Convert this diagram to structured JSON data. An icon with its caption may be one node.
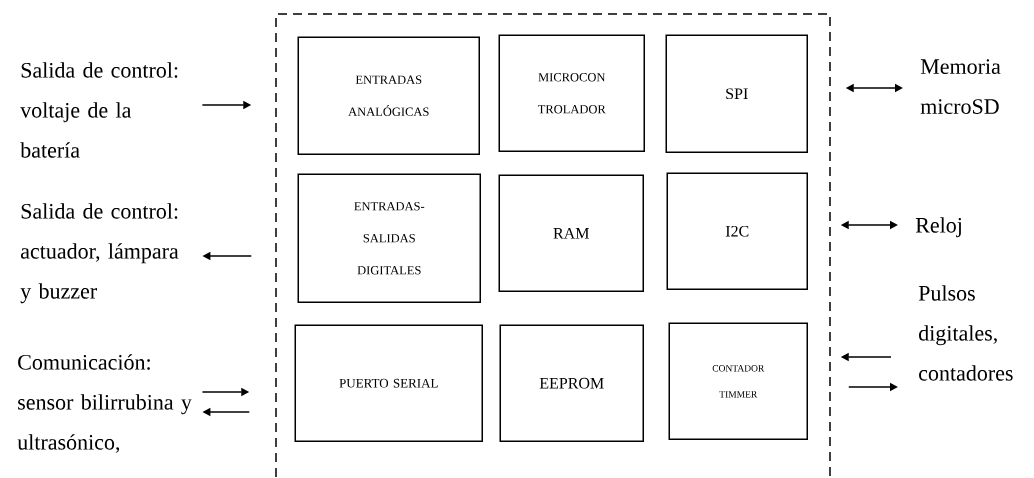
{
  "diagram": {
    "nodes": [
      {
        "text": [],
        "shape": "box"
      },
      {
        "text": [
          "ENTRADAS ANALÓGICAS"
        ],
        "in": 0
      },
      {
        "text": [
          "MICROCON TROLADOR"
        ],
        "in": 0
      },
      {
        "text": [
          "SPI"
        ],
        "in": 0
      },
      {
        "text": [
          "ENTRADAS- SALIDAS DIGITALES"
        ],
        "in": 0
      },
      {
        "text": [
          "RAM"
        ],
        "in": 0
      },
      {
        "text": [
          "I2C"
        ],
        "in": 0
      },
      {
        "text": [
          "PUERTO SERIAL"
        ],
        "in": 0
      },
      {
        "text": [
          "EEPROM"
        ],
        "in": 0
      },
      {
        "text": [
          "CONTADOR TIMMER"
        ],
        "in": 0
      },
      {
        "text": [
          "Salida de control: voltaje de la batería"
        ]
      },
      {
        "text": [
          "Salida de control: actuador, lámpara y buzzer"
        ]
      },
      {
        "text": [
          "Comunicación: sensor bilirrubina y ultrasónico,"
        ]
      },
      {
        "text": [
          "Memoria microSD"
        ]
      },
      {
        "text": [
          "Reloj"
        ]
      },
      {
        "text": [
          "Pulsos digitales, contadores"
        ]
      }
    ],
    "edges": [
      {
        "from": 10,
        "to": 0,
        "arrow": "to"
      },
      {
        "from": 0,
        "to": 11,
        "arrow": "to"
      },
      {
        "from": 12,
        "to": 0,
        "arrow": "to"
      },
      {
        "from": 0,
        "to": 12,
        "arrow": "to"
      },
      {
        "from": 13,
        "to": 0,
        "arrow": "both"
      },
      {
        "from": 14,
        "to": 0,
        "arrow": "both"
      },
      {
        "from": 15,
        "to": 0,
        "arrow": "to"
      },
      {
        "from": 0,
        "to": 15,
        "arrow": "to"
      }
    ]
  }
}
